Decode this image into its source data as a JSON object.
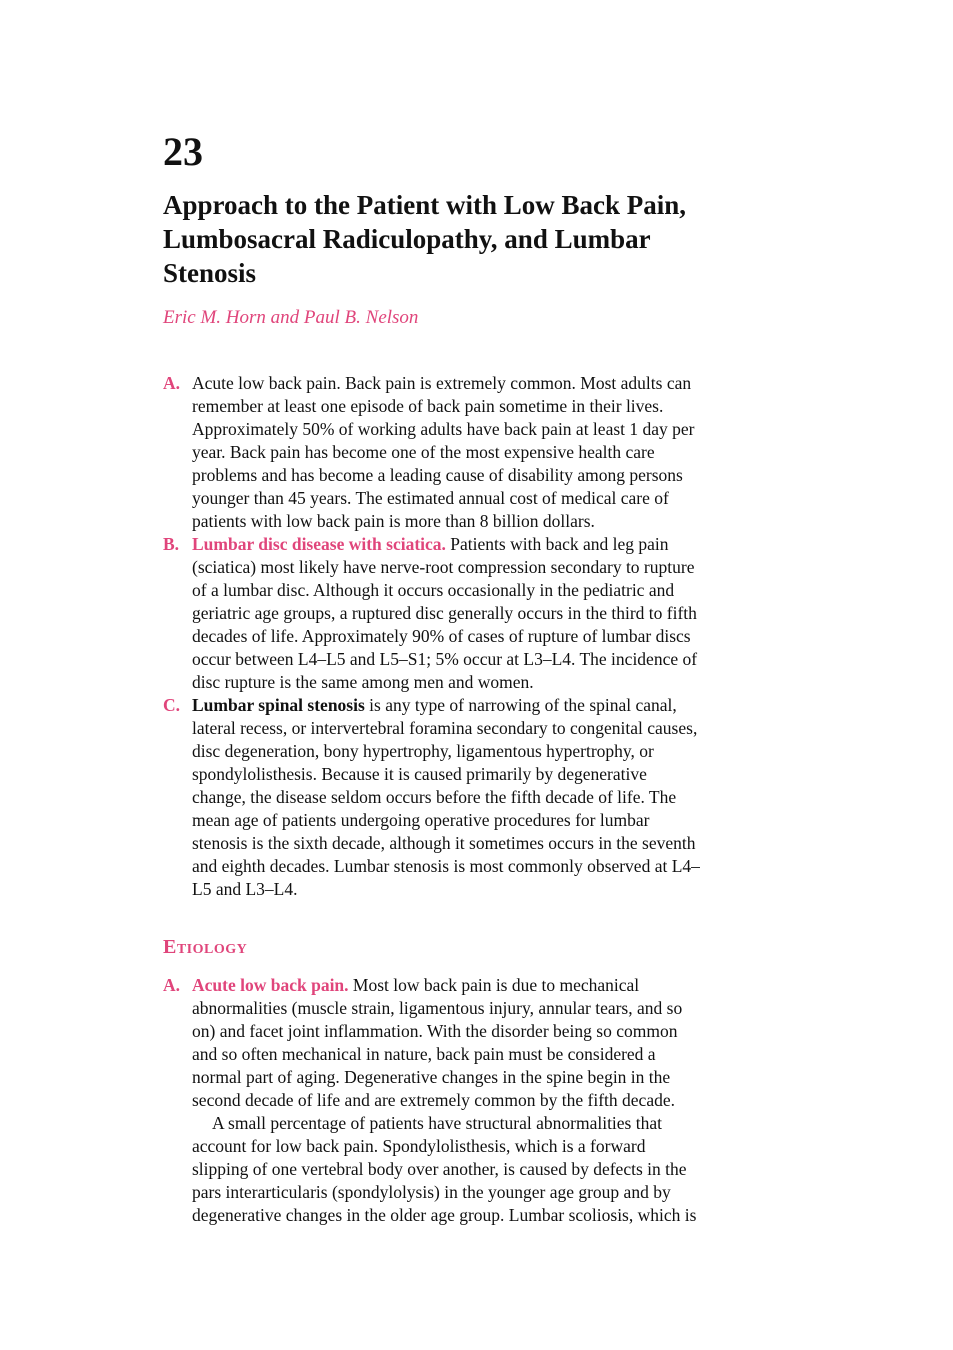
{
  "chapter": {
    "number": "23",
    "title_lines": [
      "Approach to the Patient with Low Back Pain,",
      "Lumbosacral Radiculopathy, and Lumbar",
      "Stenosis"
    ],
    "authors": "Eric M. Horn and Paul B. Nelson"
  },
  "intro": [
    {
      "marker": "A.",
      "heading": "",
      "lines": [
        "Acute low back pain. Back pain is extremely common. Most adults can",
        "remember at least one episode of back pain sometime in their lives.",
        "Approximately 50% of working adults have back pain at least 1 day per",
        "year. Back pain has become one of the most expensive health care",
        "problems and has become a leading cause of disability among persons",
        "younger than 45 years. The estimated annual cost of medical care of",
        "patients with low back pain is more than 8 billion dollars."
      ]
    },
    {
      "marker": "B.",
      "heading": "Lumbar disc disease with sciatica.",
      "first_line_rest": " Patients with back and leg pain",
      "lines": [
        "(sciatica) most likely have nerve-root compression secondary to rupture",
        "of a lumbar disc. Although it occurs occasionally in the pediatric and",
        "geriatric age groups, a ruptured disc generally occurs in the third to fifth",
        "decades of life. Approximately 90% of cases of rupture of lumbar discs",
        "occur between L4–L5 and L5–S1; 5% occur at L3–L4. The incidence of",
        "disc rupture is the same among men and women."
      ]
    },
    {
      "marker": "C.",
      "heading": "Lumbar spinal stenosis",
      "first_line_rest": " is any type of narrowing of the spinal canal,",
      "lines": [
        "lateral recess, or intervertebral foramina secondary to congenital causes,",
        "disc degeneration, bony hypertrophy, ligamentous hypertrophy, or",
        "spondylolisthesis. Because it is caused primarily by degenerative",
        "change, the disease seldom occurs before the fifth decade of life. The",
        "mean age of patients undergoing operative procedures for lumbar",
        "stenosis is the sixth decade, although it sometimes occurs in the seventh",
        "and eighth decades. Lumbar stenosis is most commonly observed at L4–",
        "L5 and L3–L4."
      ]
    }
  ],
  "etiology": {
    "heading": "Etiology",
    "item_a": {
      "marker": "A.",
      "heading": "Acute low back pain.",
      "first_line_rest": " Most low back pain is due to mechanical",
      "lines": [
        "abnormalities (muscle strain, ligamentous injury, annular tears, and so",
        "on) and facet joint inflammation. With the disorder being so common",
        "and so often mechanical in nature, back pain must be considered a",
        "normal part of aging. Degenerative changes in the spine begin in the",
        "second decade of life and are extremely common by the fifth decade."
      ],
      "para2_first": "A small percentage of patients have structural abnormalities that",
      "para2_lines": [
        "account for low back pain. Spondylolisthesis, which is a forward",
        "slipping of one vertebral body over another, is caused by defects in the",
        "pars interarticularis (spondylolysis) in the younger age group and by",
        "degenerative changes in the older age group. Lumbar scoliosis, which is"
      ]
    }
  },
  "colors": {
    "accent": "#e0457b",
    "text": "#111111"
  }
}
